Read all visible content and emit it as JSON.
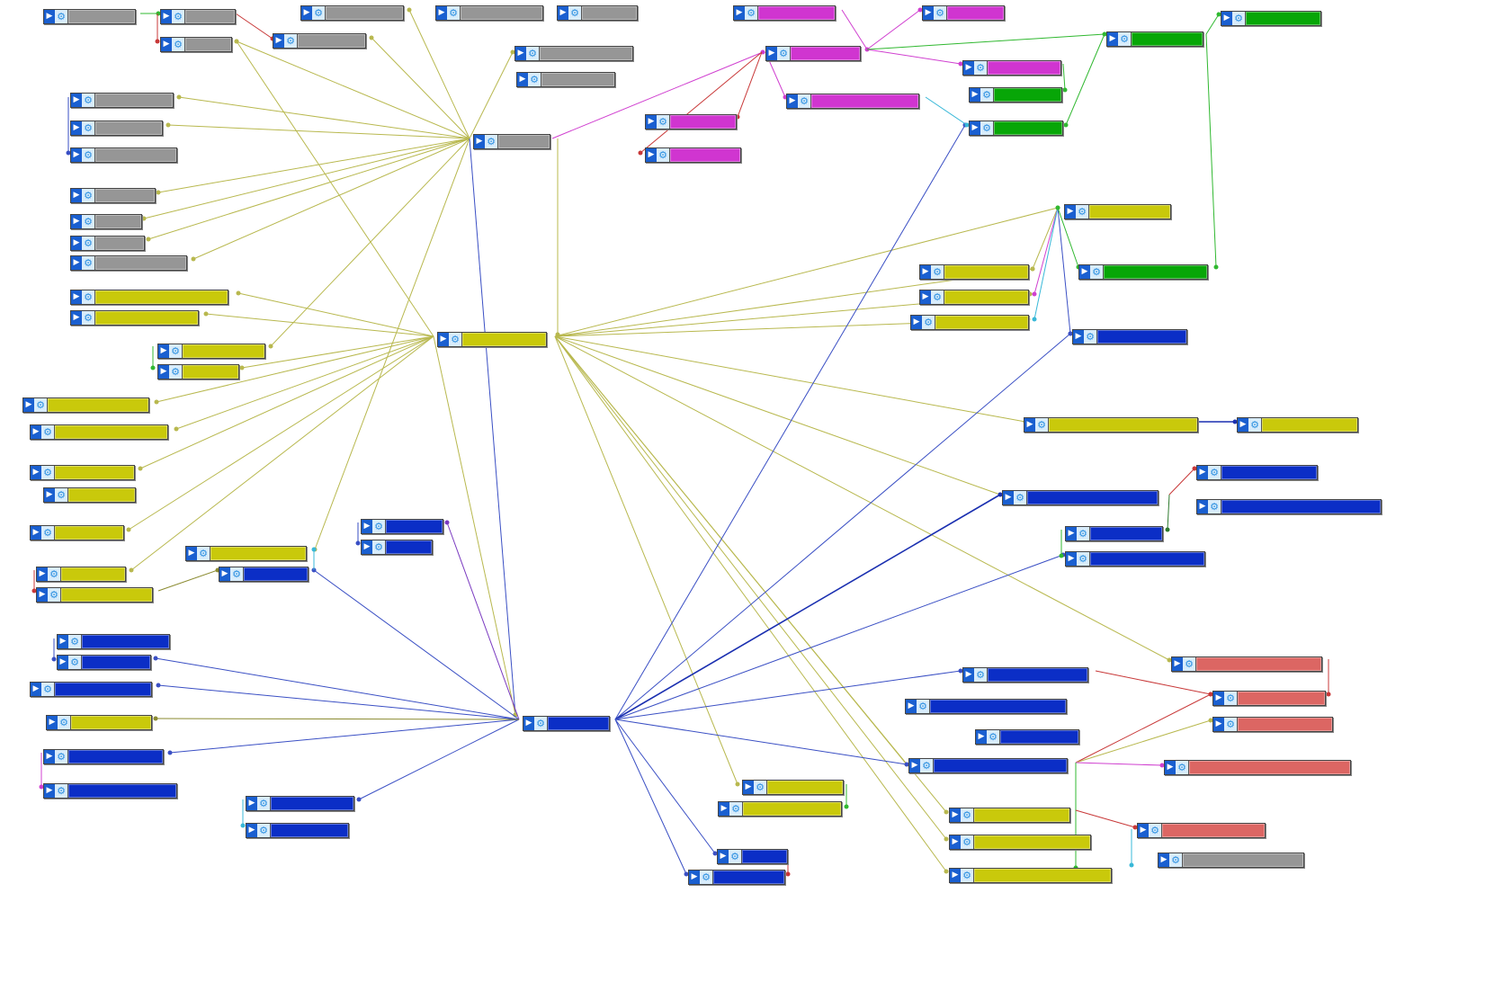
{
  "palette": {
    "gray": "#969696",
    "magenta": "#d035d0",
    "green": "#07a607",
    "yellow": "#c9c90b",
    "blue": "#0b2ec6",
    "red": "#dc6663"
  },
  "wire_colors": {
    "y": "#b8b84e",
    "b": "#3a4fc4",
    "m": "#d040d0",
    "g": "#30b830",
    "r": "#c83838",
    "c": "#38b8d8",
    "dg": "#2e7a2e",
    "o": "#8a8a30",
    "nb": "#1a2fb0",
    "p": "#7a3ac0"
  },
  "icons": {
    "play": "play-arrow-icon",
    "gear": "gear-icon"
  },
  "nodes": [
    [
      "g1",
      "gray",
      48,
      10,
      103
    ],
    [
      "g2",
      "gray",
      178,
      10,
      84
    ],
    [
      "g3",
      "gray",
      178,
      41,
      80
    ],
    [
      "g4",
      "gray",
      303,
      37,
      104
    ],
    [
      "g5",
      "gray",
      334,
      6,
      115
    ],
    [
      "g6",
      "gray",
      484,
      6,
      120
    ],
    [
      "g7",
      "gray",
      619,
      6,
      90
    ],
    [
      "g8",
      "gray",
      572,
      51,
      132
    ],
    [
      "g9",
      "gray",
      574,
      80,
      110
    ],
    [
      "g10",
      "gray",
      526,
      149,
      86
    ],
    [
      "g11",
      "gray",
      78,
      103,
      115
    ],
    [
      "g12",
      "gray",
      78,
      134,
      103
    ],
    [
      "g13",
      "gray",
      78,
      164,
      119
    ],
    [
      "g14",
      "gray",
      78,
      209,
      95
    ],
    [
      "g15",
      "gray",
      78,
      238,
      80
    ],
    [
      "g16",
      "gray",
      78,
      262,
      83
    ],
    [
      "g17",
      "gray",
      78,
      284,
      130
    ],
    [
      "y1",
      "yellow",
      78,
      322,
      176
    ],
    [
      "y2",
      "yellow",
      78,
      345,
      143
    ],
    [
      "y3",
      "yellow",
      175,
      382,
      120
    ],
    [
      "y4",
      "yellow",
      175,
      405,
      91
    ],
    [
      "y5",
      "yellow",
      25,
      442,
      141
    ],
    [
      "y6",
      "yellow",
      33,
      472,
      154
    ],
    [
      "y7",
      "yellow",
      33,
      517,
      117
    ],
    [
      "y8",
      "yellow",
      48,
      542,
      103
    ],
    [
      "y9",
      "yellow",
      33,
      584,
      105
    ],
    [
      "y10",
      "yellow",
      206,
      607,
      135
    ],
    [
      "y11",
      "yellow",
      40,
      630,
      100
    ],
    [
      "y12",
      "yellow",
      40,
      653,
      130
    ],
    [
      "yc",
      "yellow",
      486,
      369,
      122
    ],
    [
      "b_c",
      "blue",
      581,
      796,
      97
    ],
    [
      "b1",
      "blue",
      243,
      630,
      100
    ],
    [
      "b2",
      "blue",
      401,
      577,
      92
    ],
    [
      "b3",
      "blue",
      401,
      600,
      80
    ],
    [
      "b4",
      "blue",
      63,
      705,
      126
    ],
    [
      "b5",
      "blue",
      63,
      728,
      105
    ],
    [
      "b6",
      "blue",
      33,
      758,
      136
    ],
    [
      "y13",
      "yellow",
      51,
      795,
      118
    ],
    [
      "b7",
      "blue",
      48,
      833,
      134
    ],
    [
      "b8",
      "blue",
      48,
      871,
      149
    ],
    [
      "b9",
      "blue",
      273,
      885,
      121
    ],
    [
      "b10",
      "blue",
      273,
      915,
      115
    ],
    [
      "m1",
      "magenta",
      815,
      6,
      114
    ],
    [
      "m2",
      "magenta",
      851,
      51,
      106
    ],
    [
      "m3",
      "magenta",
      874,
      104,
      148
    ],
    [
      "m4",
      "magenta",
      717,
      127,
      102
    ],
    [
      "m5",
      "magenta",
      717,
      164,
      107
    ],
    [
      "m6",
      "magenta",
      1025,
      6,
      92
    ],
    [
      "m7",
      "magenta",
      1070,
      67,
      110
    ],
    [
      "gr1",
      "green",
      1230,
      35,
      108
    ],
    [
      "gr2",
      "green",
      1357,
      12,
      112
    ],
    [
      "gr3",
      "green",
      1077,
      97,
      104
    ],
    [
      "gr4",
      "green",
      1077,
      134,
      105
    ],
    [
      "gr5",
      "green",
      1199,
      294,
      144
    ],
    [
      "y14",
      "yellow",
      1183,
      227,
      119
    ],
    [
      "y15",
      "yellow",
      1022,
      294,
      122
    ],
    [
      "y16",
      "yellow",
      1022,
      322,
      122
    ],
    [
      "y17",
      "yellow",
      1012,
      350,
      132
    ],
    [
      "b11",
      "blue",
      1192,
      366,
      128
    ],
    [
      "y18",
      "yellow",
      1138,
      464,
      194
    ],
    [
      "y19",
      "yellow",
      1375,
      464,
      135
    ],
    [
      "b12",
      "blue",
      1114,
      545,
      174
    ],
    [
      "b13",
      "blue",
      1330,
      517,
      135
    ],
    [
      "b14",
      "blue",
      1330,
      555,
      206
    ],
    [
      "b15",
      "blue",
      1184,
      585,
      109
    ],
    [
      "b16",
      "blue",
      1184,
      613,
      156
    ],
    [
      "b17",
      "blue",
      1070,
      742,
      140
    ],
    [
      "b18",
      "blue",
      1006,
      777,
      180
    ],
    [
      "b19",
      "blue",
      1084,
      811,
      116
    ],
    [
      "b20",
      "blue",
      1010,
      843,
      177
    ],
    [
      "y20",
      "yellow",
      825,
      867,
      113
    ],
    [
      "y21",
      "yellow",
      798,
      891,
      138
    ],
    [
      "b21",
      "blue",
      797,
      944,
      79
    ],
    [
      "b22",
      "blue",
      765,
      967,
      108
    ],
    [
      "y22",
      "yellow",
      1055,
      898,
      135
    ],
    [
      "y23",
      "yellow",
      1055,
      928,
      158
    ],
    [
      "y24",
      "yellow",
      1055,
      965,
      181
    ],
    [
      "r1",
      "red",
      1302,
      730,
      168
    ],
    [
      "r2",
      "red",
      1348,
      768,
      126
    ],
    [
      "r3",
      "red",
      1348,
      797,
      134
    ],
    [
      "r4",
      "red",
      1294,
      845,
      208
    ],
    [
      "r5",
      "red",
      1264,
      915,
      143
    ],
    [
      "g18",
      "gray",
      1287,
      948,
      163
    ]
  ],
  "wires": [
    [
      "y",
      522,
      154,
      263,
      46
    ],
    [
      "y",
      522,
      154,
      413,
      42
    ],
    [
      "y",
      522,
      154,
      455,
      11
    ],
    [
      "y",
      522,
      154,
      570,
      58
    ],
    [
      "y",
      522,
      154,
      199,
      108
    ],
    [
      "y",
      522,
      154,
      187,
      139
    ],
    [
      "y",
      522,
      154,
      176,
      214
    ],
    [
      "y",
      522,
      154,
      160,
      243
    ],
    [
      "y",
      522,
      154,
      165,
      266
    ],
    [
      "y",
      522,
      154,
      215,
      288
    ],
    [
      "y",
      522,
      154,
      301,
      385
    ],
    [
      "y",
      522,
      154,
      350,
      611
    ],
    [
      "b",
      522,
      154,
      573,
      795
    ],
    [
      "m",
      614,
      154,
      848,
      58
    ],
    [
      "y",
      620,
      154,
      620,
      372
    ],
    [
      "y",
      482,
      374,
      265,
      326
    ],
    [
      "y",
      482,
      374,
      229,
      349
    ],
    [
      "y",
      482,
      374,
      269,
      409
    ],
    [
      "y",
      482,
      374,
      174,
      447
    ],
    [
      "y",
      482,
      374,
      196,
      477
    ],
    [
      "y",
      482,
      374,
      156,
      521
    ],
    [
      "y",
      482,
      374,
      143,
      589
    ],
    [
      "y",
      482,
      374,
      146,
      634
    ],
    [
      "y",
      482,
      374,
      263,
      46
    ],
    [
      "y",
      482,
      374,
      573,
      795
    ],
    [
      "y",
      617,
      374,
      1176,
      231
    ],
    [
      "y",
      617,
      374,
      1148,
      299
    ],
    [
      "y",
      617,
      374,
      1145,
      327
    ],
    [
      "y",
      617,
      374,
      1143,
      355
    ],
    [
      "y",
      617,
      374,
      1140,
      469
    ],
    [
      "y",
      617,
      374,
      1112,
      550
    ],
    [
      "y",
      617,
      374,
      1300,
      734
    ],
    [
      "y",
      617,
      374,
      1008,
      850
    ],
    [
      "y",
      617,
      374,
      1052,
      903
    ],
    [
      "y",
      617,
      374,
      1052,
      933
    ],
    [
      "y",
      617,
      374,
      1052,
      969
    ],
    [
      "y",
      617,
      374,
      820,
      872
    ],
    [
      "b",
      577,
      800,
      173,
      732
    ],
    [
      "b",
      577,
      800,
      176,
      762
    ],
    [
      "b",
      577,
      800,
      189,
      837
    ],
    [
      "b",
      577,
      800,
      399,
      889
    ],
    [
      "b",
      577,
      800,
      349,
      634
    ],
    [
      "p",
      577,
      800,
      497,
      581
    ],
    [
      "o",
      577,
      800,
      173,
      799
    ],
    [
      "b",
      684,
      800,
      1073,
      139
    ],
    [
      "b",
      684,
      800,
      1190,
      371
    ],
    [
      "nb",
      684,
      800,
      1112,
      550
    ],
    [
      "b",
      684,
      800,
      1182,
      617
    ],
    [
      "b",
      684,
      800,
      1068,
      746
    ],
    [
      "b",
      684,
      800,
      1008,
      850
    ],
    [
      "b",
      684,
      800,
      795,
      949
    ],
    [
      "b",
      684,
      800,
      763,
      972
    ],
    [
      "m",
      936,
      11,
      964,
      55
    ],
    [
      "m",
      964,
      55,
      1023,
      11
    ],
    [
      "m",
      964,
      55,
      1068,
      71
    ],
    [
      "g",
      964,
      55,
      1228,
      38
    ],
    [
      "m",
      851,
      58,
      873,
      108
    ],
    [
      "r",
      847,
      58,
      820,
      130
    ],
    [
      "r",
      847,
      58,
      712,
      170
    ],
    [
      "c",
      1029,
      108,
      1075,
      139
    ],
    [
      "g",
      1341,
      38,
      1355,
      16
    ],
    [
      "g",
      1341,
      38,
      1352,
      297
    ],
    [
      "g",
      1228,
      38,
      1185,
      139
    ],
    [
      "g",
      1182,
      71,
      1184,
      100
    ],
    [
      "b",
      1176,
      231,
      1190,
      371
    ],
    [
      "g",
      1176,
      231,
      1199,
      297
    ],
    [
      "y",
      1176,
      231,
      1148,
      299
    ],
    [
      "m",
      1176,
      231,
      1150,
      327
    ],
    [
      "c",
      1176,
      231,
      1150,
      355
    ],
    [
      "nb",
      1333,
      469,
      1373,
      469
    ],
    [
      "dg",
      1300,
      550,
      1298,
      589
    ],
    [
      "r",
      1300,
      550,
      1328,
      521
    ],
    [
      "g",
      1180,
      589,
      1180,
      618
    ],
    [
      "r",
      1218,
      746,
      1346,
      772
    ],
    [
      "r",
      1196,
      848,
      1346,
      772
    ],
    [
      "y",
      1196,
      848,
      1346,
      801
    ],
    [
      "m",
      1196,
      848,
      1292,
      851
    ],
    [
      "g",
      1196,
      848,
      1196,
      965
    ],
    [
      "r",
      1196,
      901,
      1262,
      920
    ],
    [
      "c",
      1258,
      922,
      1258,
      962
    ],
    [
      "r",
      1477,
      733,
      1477,
      772
    ],
    [
      "g",
      941,
      872,
      941,
      897
    ],
    [
      "r",
      876,
      949,
      876,
      972
    ],
    [
      "g",
      156,
      15,
      176,
      15
    ],
    [
      "r",
      262,
      15,
      303,
      43
    ],
    [
      "r",
      175,
      15,
      175,
      46
    ],
    [
      "b",
      76,
      108,
      76,
      170
    ],
    [
      "g",
      170,
      385,
      170,
      409
    ],
    [
      "r",
      38,
      634,
      38,
      657
    ],
    [
      "o",
      176,
      657,
      242,
      634
    ],
    [
      "b",
      60,
      710,
      60,
      733
    ],
    [
      "m",
      46,
      837,
      46,
      875
    ],
    [
      "c",
      270,
      889,
      270,
      918
    ],
    [
      "b",
      398,
      581,
      398,
      604
    ],
    [
      "c",
      349,
      634,
      349,
      611
    ],
    [
      "g",
      1176,
      231,
      1176,
      231
    ]
  ]
}
